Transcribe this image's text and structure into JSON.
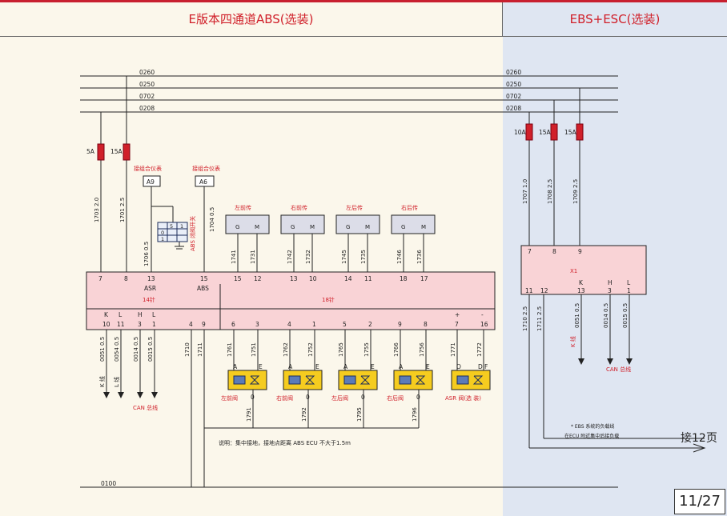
{
  "header": {
    "left_title": "E版本四通道ABS(选装)",
    "right_title": "EBS+ESC(选装)"
  },
  "footer": {
    "page_number": "11/27",
    "continue_label": "接12页",
    "note": "说明：集中接地，接地点距离 ABS ECU 不大于1.5m",
    "ebs_note_line1": "* EBS 系统的负载线",
    "ebs_note_line2": "在ECU 附近集中后接负载"
  },
  "buses": [
    "0260",
    "0250",
    "0702",
    "0208"
  ],
  "ground_bus": "0100",
  "fuses_left": [
    "5A",
    "15A"
  ],
  "fuses_right": [
    "10A",
    "15A",
    "15A"
  ],
  "connectors": {
    "a9_label": "接组合仪表",
    "a9_code": "A9",
    "a6_label": "接组合仪表",
    "a6_code": "A6",
    "switch_label": "ABS 闭阀开关",
    "switch_codes": [
      "5",
      "1",
      "0",
      "1"
    ]
  },
  "abs_ecu": {
    "left_pins_top": [
      "7",
      "8",
      "13",
      "15"
    ],
    "asr_label": "ASR",
    "abs_label": "ABS",
    "left_label": "14针",
    "right_label": "18针",
    "sensor_pins_top": [
      "15",
      "12",
      "13",
      "10",
      "14",
      "11",
      "18",
      "17"
    ],
    "bottom_left_letters": [
      "K",
      "L",
      "H",
      "L"
    ],
    "bottom_left_pins": [
      "10",
      "11",
      "3",
      "1",
      "4",
      "9"
    ],
    "bottom_right_pins": [
      "6",
      "3",
      "4",
      "1",
      "5",
      "2",
      "9",
      "8",
      "7",
      "16"
    ],
    "plus": "+",
    "minus": "-"
  },
  "sensors": [
    {
      "name": "左前传",
      "g": "G",
      "m": "M",
      "wires": [
        "1741",
        "1731"
      ]
    },
    {
      "name": "右前传",
      "g": "G",
      "m": "M",
      "wires": [
        "1742",
        "1732"
      ]
    },
    {
      "name": "左后传",
      "g": "G",
      "m": "M",
      "wires": [
        "1745",
        "1735"
      ]
    },
    {
      "name": "右后传",
      "g": "G",
      "m": "M",
      "wires": [
        "1746",
        "1736"
      ]
    }
  ],
  "upper_wires": [
    "1703 2.0",
    "1701 2.5",
    "1706 0.5",
    "1704 0.5"
  ],
  "lower_wires_left": [
    "0051 0.5",
    "0054 0.5",
    "0014 0.5",
    "0015 0.5",
    "1710",
    "1711"
  ],
  "lower_bus_labels": [
    "K 线",
    "L 线",
    "CAN 总线"
  ],
  "valves": [
    {
      "name": "左前阀",
      "wires": [
        "1761",
        "1751"
      ],
      "ground": "1791",
      "a": "A",
      "e": "E",
      "zero": "0"
    },
    {
      "name": "右前阀",
      "wires": [
        "1762",
        "1752"
      ],
      "ground": "1792",
      "a": "A",
      "e": "E",
      "zero": "0"
    },
    {
      "name": "左后阀",
      "wires": [
        "1765",
        "1755"
      ],
      "ground": "1795",
      "a": "A",
      "e": "E",
      "zero": "0"
    },
    {
      "name": "右后阀",
      "wires": [
        "1766",
        "1756"
      ],
      "ground": "1796",
      "a": "A",
      "e": "E",
      "zero": "0"
    },
    {
      "name": "ASR 阀(选 装)",
      "wires": [
        "1771",
        "1772"
      ],
      "ground": "",
      "a": "O",
      "e": "DIF",
      "zero": ""
    }
  ],
  "ebs": {
    "box_label": "X1",
    "top_pins": [
      "7",
      "8",
      "9"
    ],
    "bottom_pins": [
      "11",
      "12",
      "13",
      "3",
      "1"
    ],
    "letters": [
      "K",
      "H",
      "L"
    ],
    "wires_top": [
      "1707 1.0",
      "1708 2.5",
      "1709 2.5"
    ],
    "wires_bottom": [
      "1710 2.5",
      "1711 2.5",
      "0051 0.5",
      "0014 0.5",
      "0015 0.5"
    ],
    "k_label": "K 线",
    "can_label": "CAN 总线"
  },
  "colors": {
    "accent": "#d0202a",
    "ecu_fill": "#f9d3d6",
    "valve_fill": "#f5cc1f",
    "sensor_fill": "#dcdde8"
  }
}
